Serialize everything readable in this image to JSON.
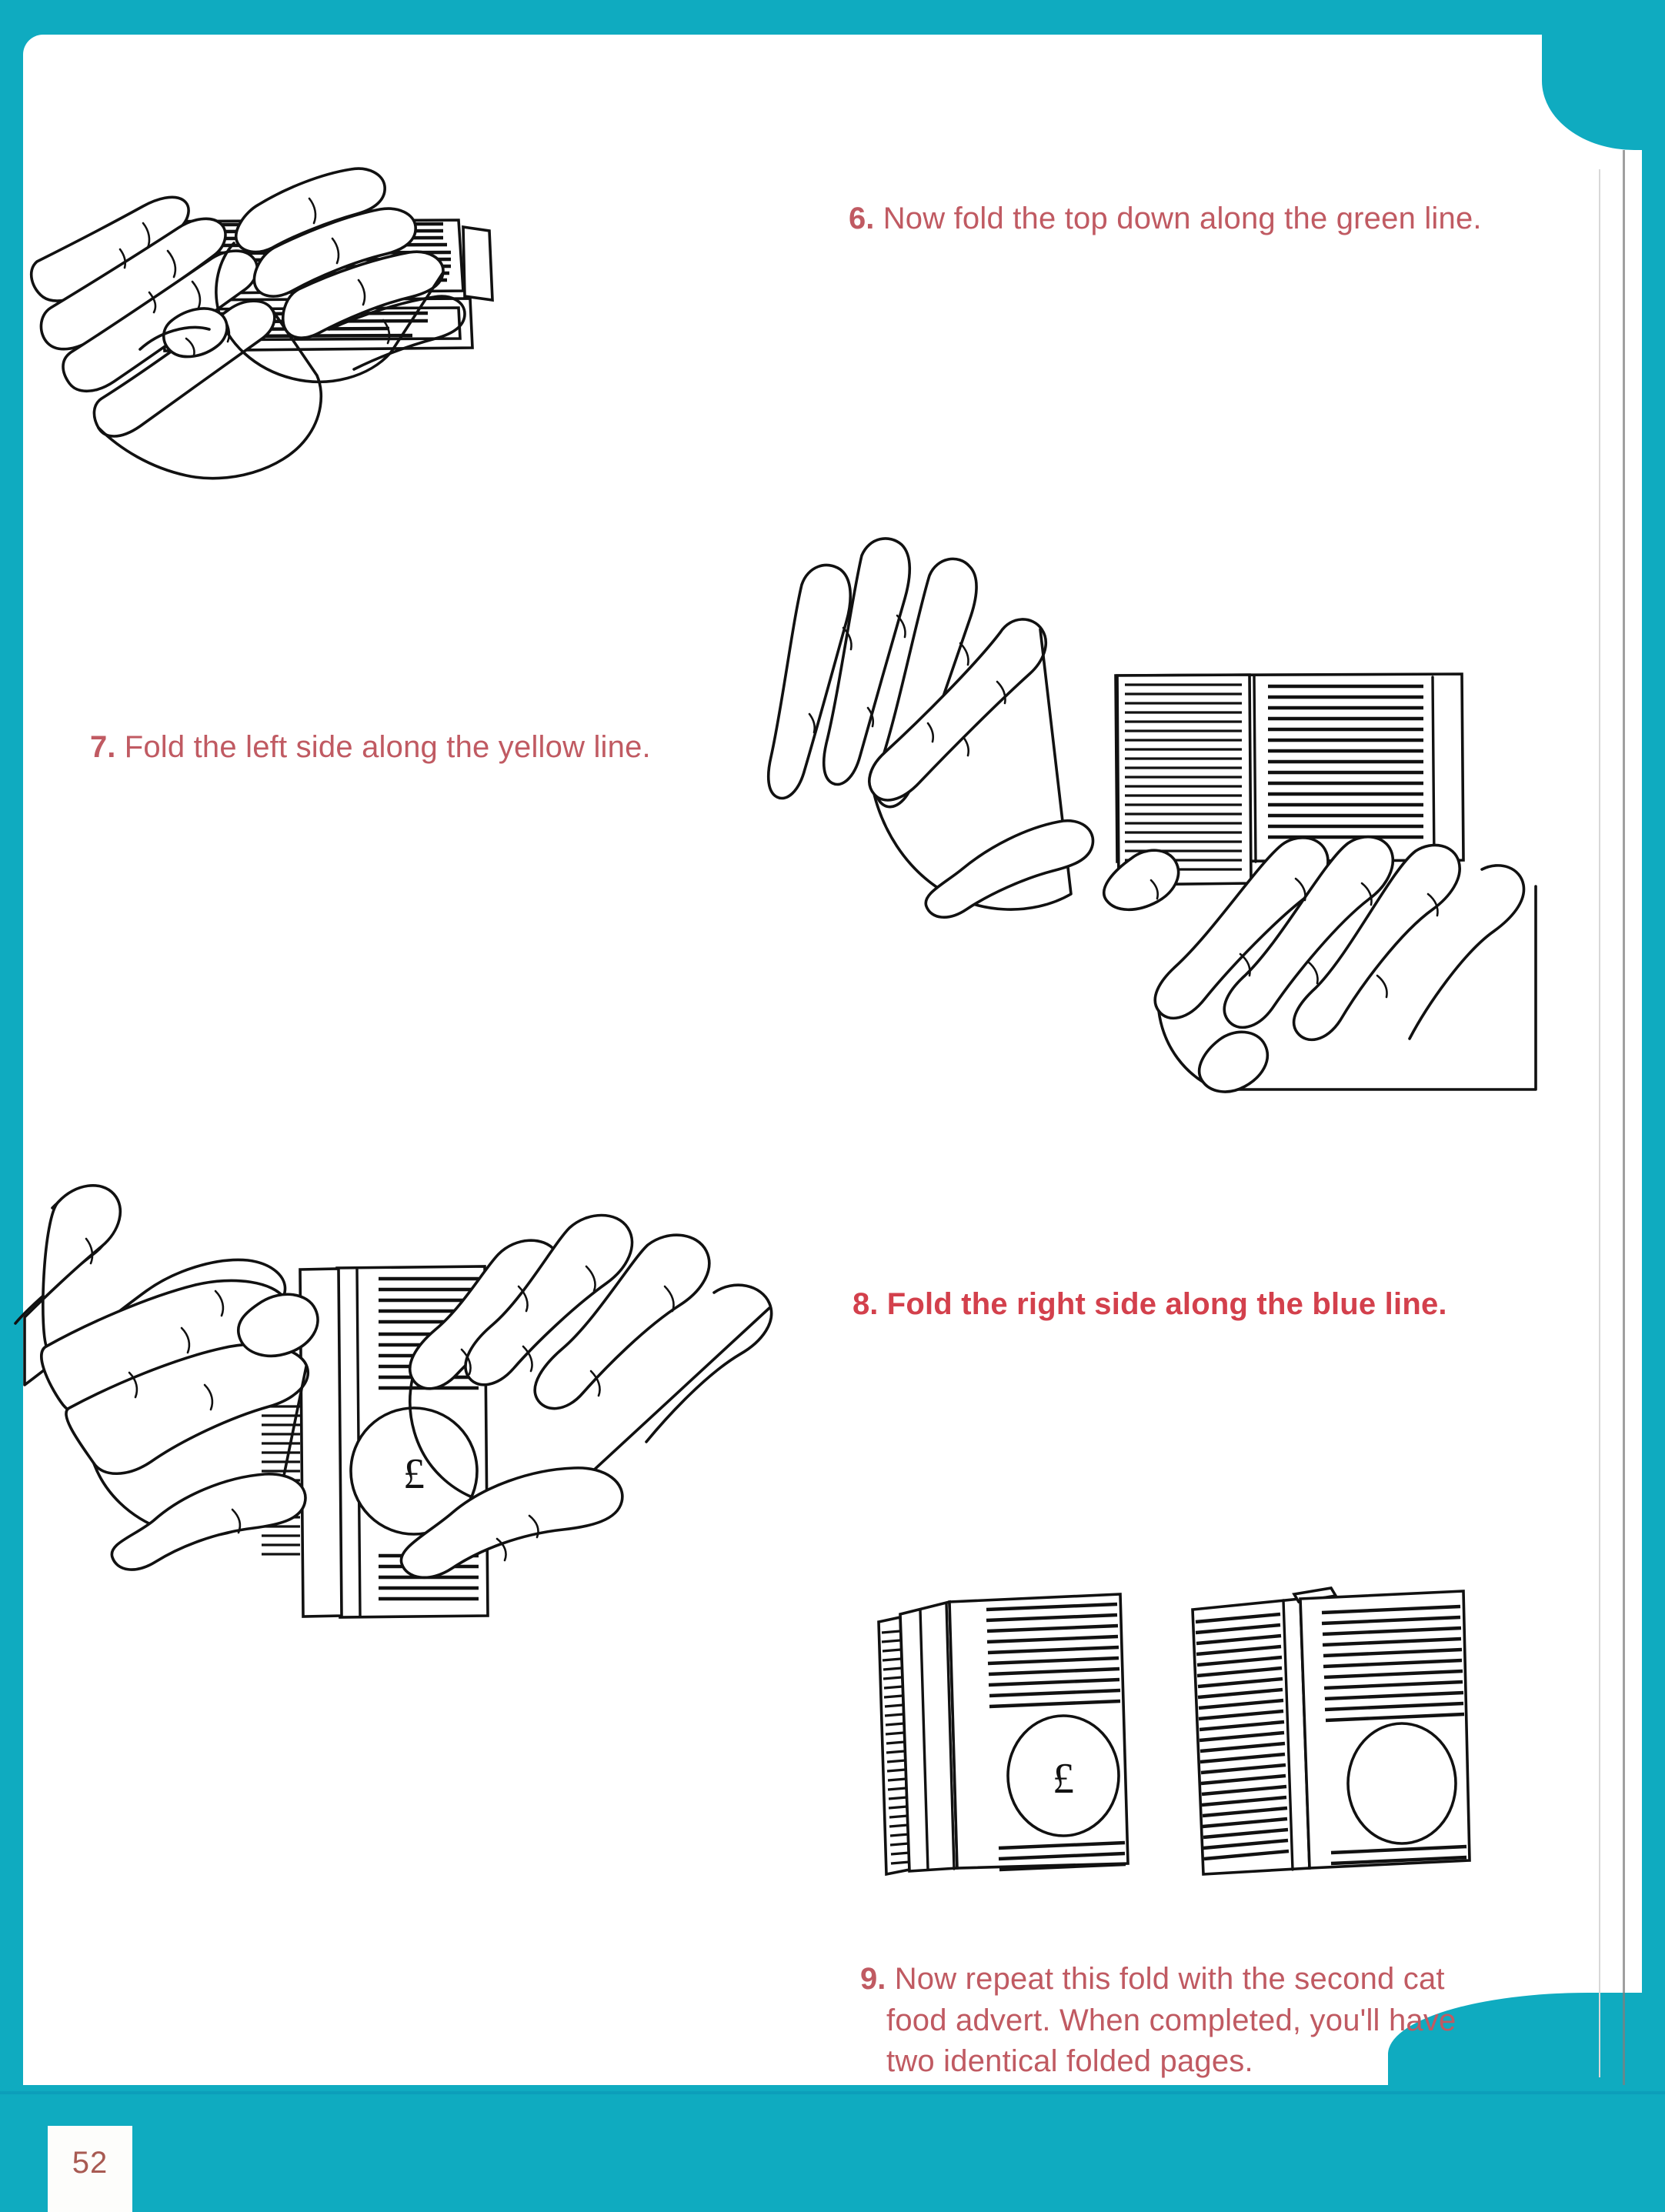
{
  "page": {
    "folio": "52",
    "accent_teal": "#0FABC0",
    "caption_color": "#C05A62",
    "caption_color_bold": "#D3404C",
    "folio_color": "#A85A52",
    "paper_color": "#ffffff"
  },
  "steps": [
    {
      "id": "step-6",
      "number": "6.",
      "text": "Now fold the top down along the green line.",
      "full": "6. Now fold the top down along the green line.",
      "fold_color_word": "green"
    },
    {
      "id": "step-7",
      "number": "7.",
      "text": "Fold the left side along the yellow line.",
      "full": "7. Fold the left side along the yellow line.",
      "fold_color_word": "yellow"
    },
    {
      "id": "step-8",
      "number": "8.",
      "text": "Fold the right side along the blue line.",
      "full": "8. Fold the right side along the blue line.",
      "fold_color_word": "blue"
    },
    {
      "id": "step-9",
      "number": "9.",
      "text": "Now repeat this fold with the second cat food advert. When completed, you'll have two identical folded pages.",
      "full": "9. Now repeat this fold with the second cat food\nadvert. When completed, you'll have two\nidentical folded pages.",
      "fold_color_word": ""
    }
  ],
  "illustrations": [
    {
      "id": "illustration-step-6",
      "caption_ref": "step-6",
      "description": "Two hands pressing down a folded newspaper advert"
    },
    {
      "id": "illustration-step-7",
      "caption_ref": "step-7",
      "description": "Two hands folding the left side of the advert over"
    },
    {
      "id": "illustration-step-8",
      "caption_ref": "step-8",
      "description": "Two hands folding the right side of the advert, pound coin symbol visible"
    },
    {
      "id": "illustration-step-9",
      "caption_ref": "step-9",
      "description": "Two completed folded pages side by side",
      "left_page_symbol": "£",
      "right_page_symbol": ""
    }
  ],
  "symbols": {
    "pound": "£"
  }
}
